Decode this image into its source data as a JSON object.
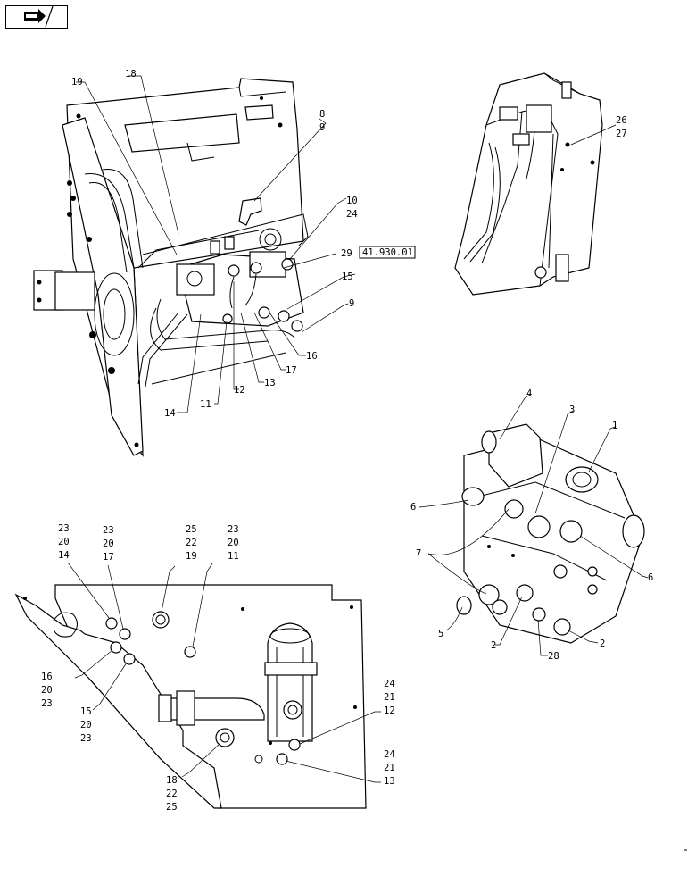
{
  "reference_box": "41.930.01",
  "nav_icon": "page-back-icon",
  "labels_top": {
    "l18": "18",
    "l19": "19",
    "l8": "8",
    "l9a": "9",
    "l10": "10",
    "l24": "24",
    "l29": "29",
    "l15": "15",
    "l9b": "9",
    "l16": "16",
    "l17": "17",
    "l13": "13",
    "l12": "12",
    "l11": "11",
    "l14": "14"
  },
  "labels_side": {
    "l26": "26",
    "l27": "27"
  },
  "labels_valve": {
    "l4": "4",
    "l3": "3",
    "l1": "1",
    "l6a": "6",
    "l6b": "6",
    "l7": "7",
    "l5": "5",
    "l2a": "2",
    "l2b": "2",
    "l28": "28"
  },
  "labels_plate": {
    "a1": "23",
    "a2": "20",
    "a3": "14",
    "b1": "23",
    "b2": "20",
    "b3": "17",
    "c1": "25",
    "c2": "22",
    "c3": "19",
    "d1": "23",
    "d2": "20",
    "d3": "11",
    "e1": "16",
    "e2": "20",
    "e3": "23",
    "f1": "15",
    "f2": "20",
    "f3": "23",
    "g1": "18",
    "g2": "22",
    "g3": "25",
    "h1": "24",
    "h2": "21",
    "h3": "12",
    "i1": "24",
    "i2": "21",
    "i3": "13"
  }
}
